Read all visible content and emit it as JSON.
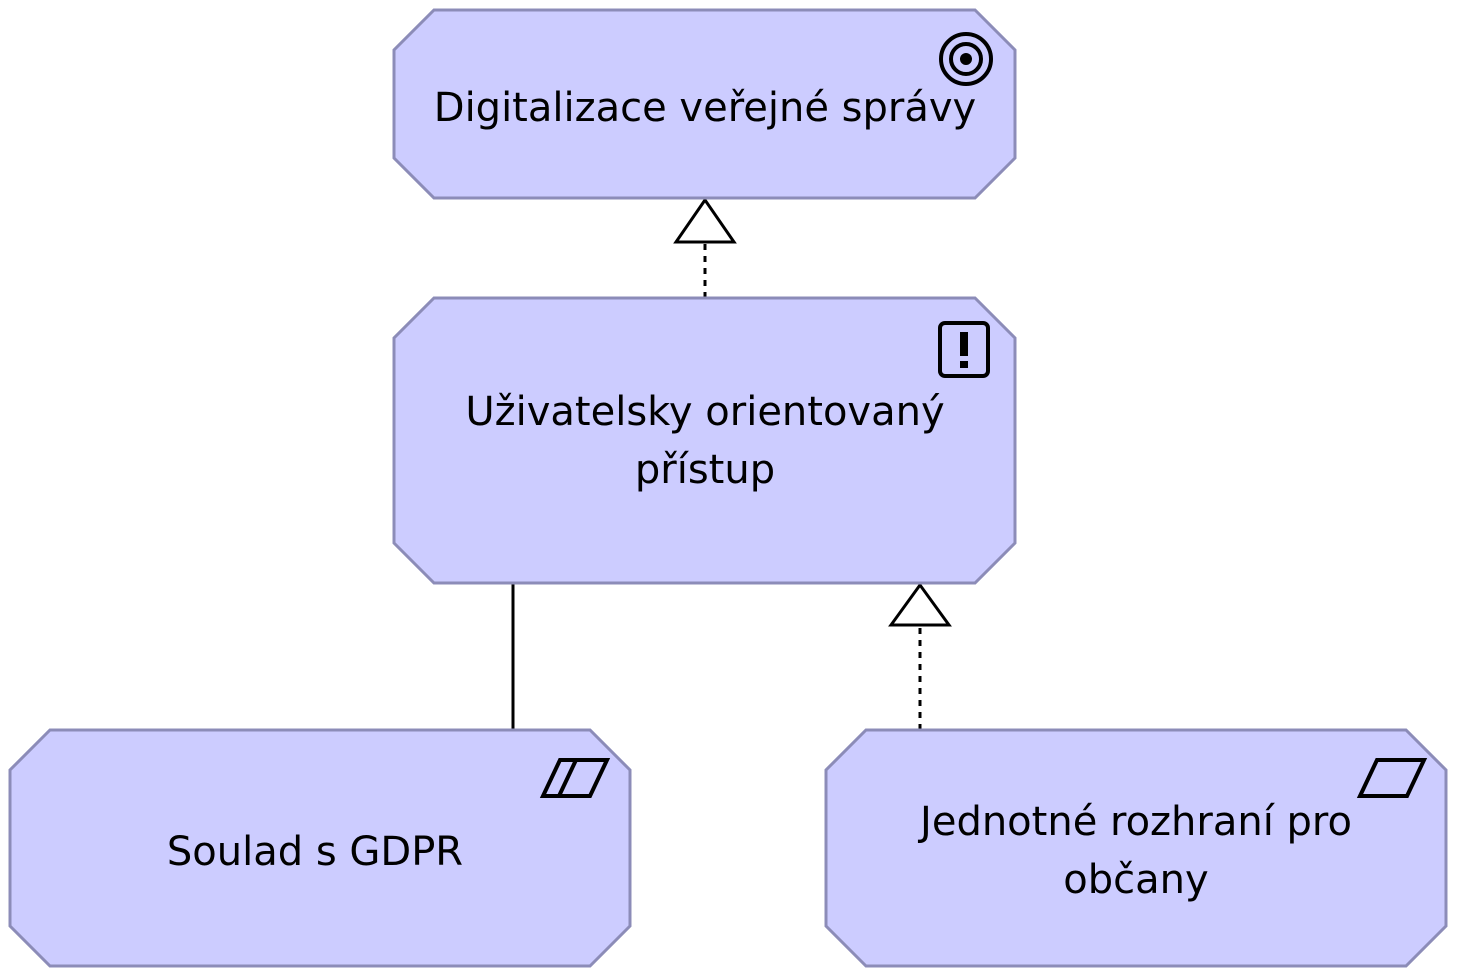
{
  "diagram": {
    "nodes": {
      "goal": {
        "label": "Digitalizace veřejné správy",
        "icon": "goal-target-icon"
      },
      "principle": {
        "label": "Uživatelsky orientovaný přístup",
        "icon": "principle-exclamation-icon"
      },
      "constraint": {
        "label": "Soulad s GDPR",
        "icon": "constraint-parallelogram-icon"
      },
      "requirement": {
        "label": "Jednotné rozhraní pro občany",
        "icon": "requirement-parallelogram-icon"
      }
    },
    "edges": [
      {
        "from": "principle",
        "to": "goal",
        "type": "realization"
      },
      {
        "from": "constraint",
        "to": "principle",
        "type": "association"
      },
      {
        "from": "requirement",
        "to": "principle",
        "type": "realization"
      }
    ],
    "colors": {
      "node_fill": "#ccccff",
      "node_border": "#8c8cb8",
      "line": "#000000"
    }
  }
}
